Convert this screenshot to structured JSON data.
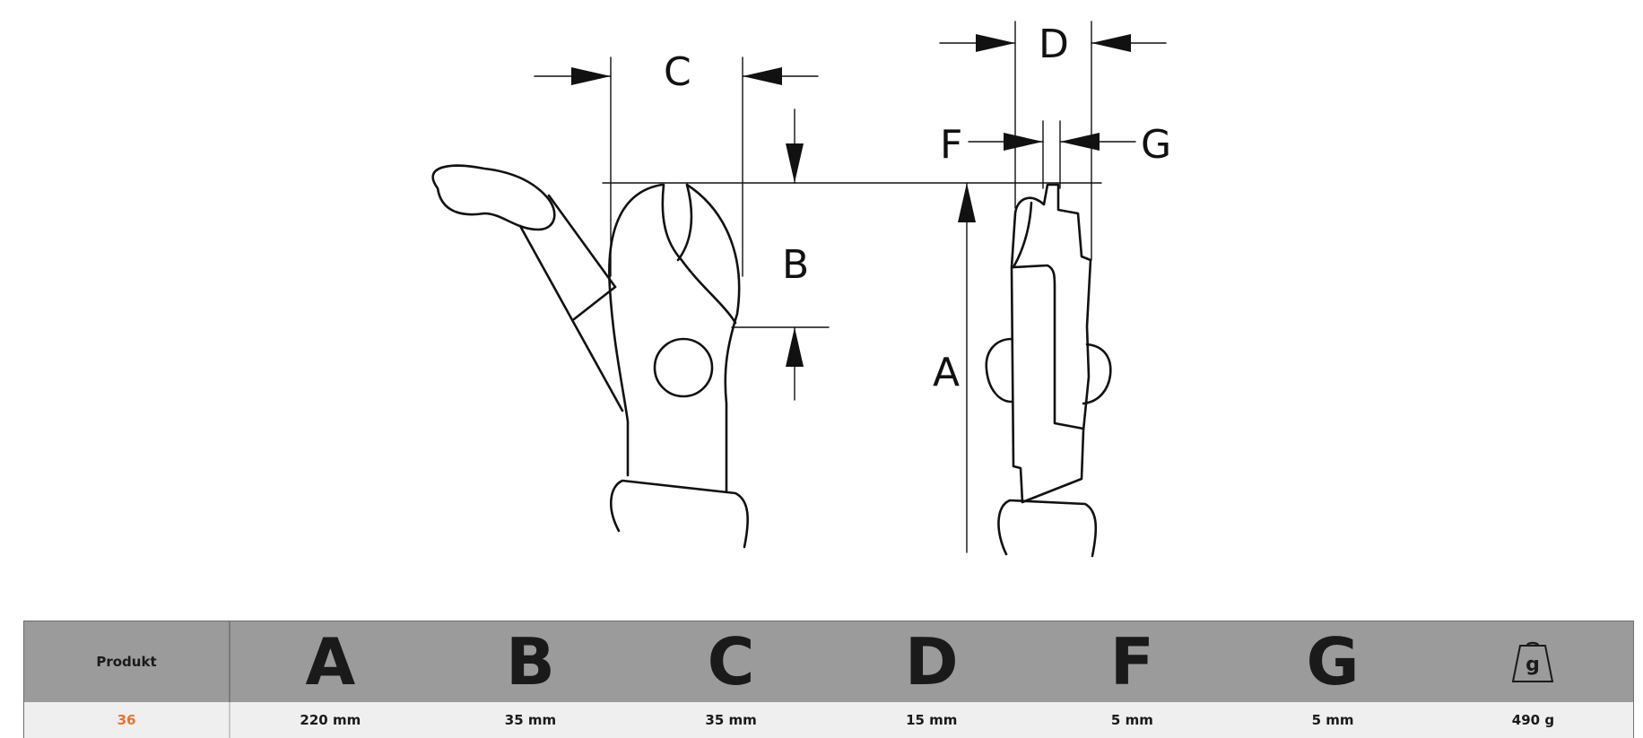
{
  "diagram": {
    "labels": {
      "a": "A",
      "b": "B",
      "c": "C",
      "d": "D",
      "f": "F",
      "g": "G"
    }
  },
  "table": {
    "headers": {
      "produkt": "Produkt",
      "a": "A",
      "b": "B",
      "c": "C",
      "d": "D",
      "f": "F",
      "g": "G",
      "weight_icon_letter": "g"
    },
    "rows": [
      {
        "produkt": "36",
        "a": "220 mm",
        "b": "35 mm",
        "c": "35 mm",
        "d": "15 mm",
        "f": "5 mm",
        "g": "5 mm",
        "weight": "490 g"
      }
    ]
  },
  "colors": {
    "header_bg": "#9b9b9b",
    "row_bg": "#efefef",
    "accent_product": "#e8732a",
    "line": "#111111"
  }
}
